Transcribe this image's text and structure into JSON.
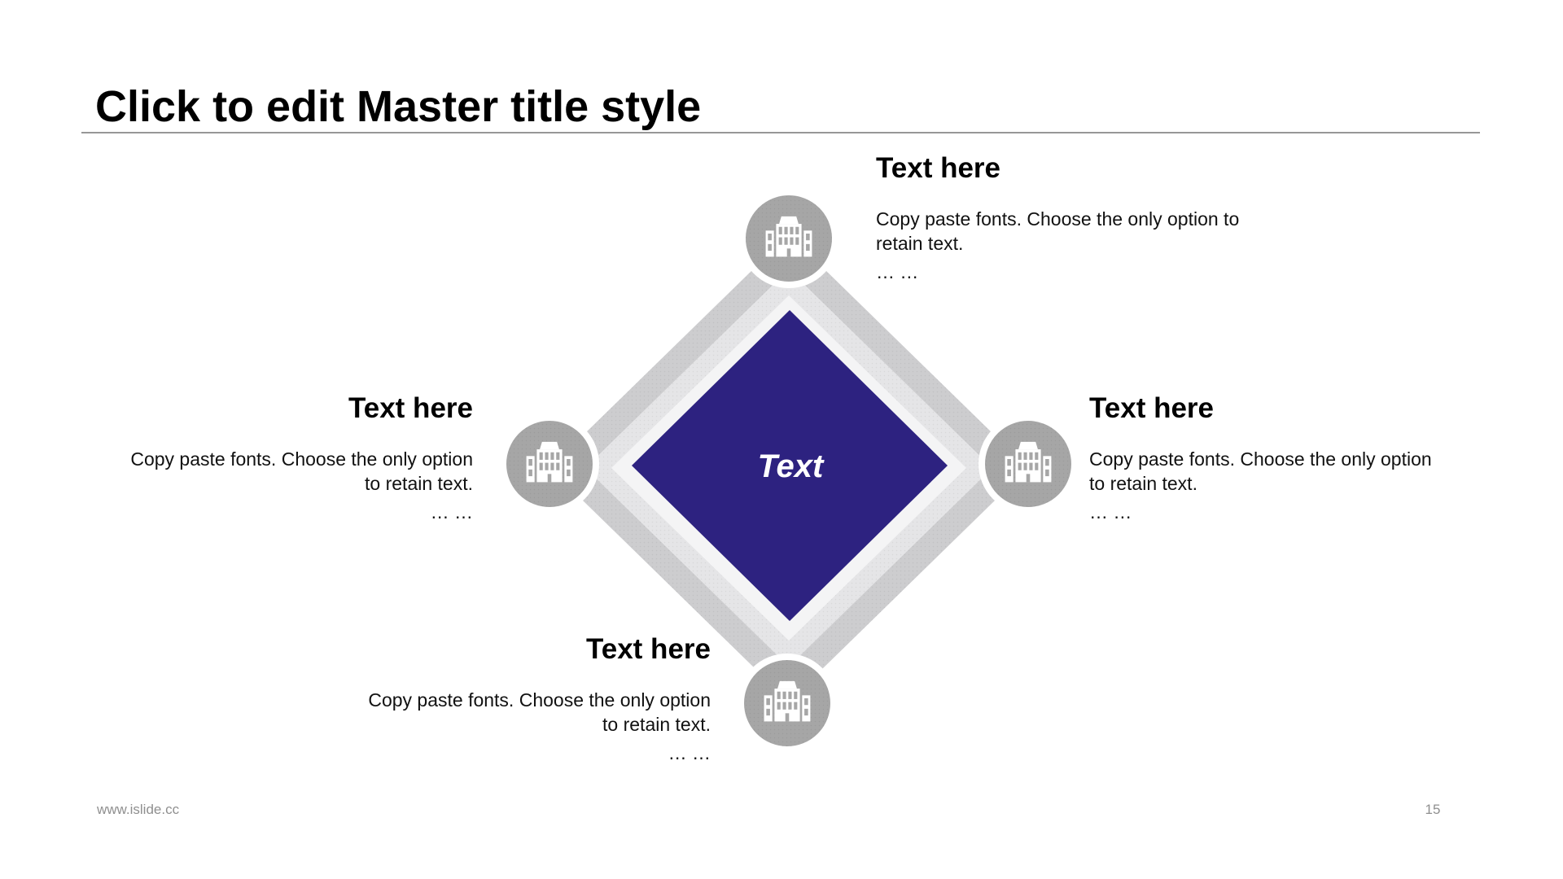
{
  "slide": {
    "title": "Click to edit Master title style"
  },
  "diagram": {
    "center_label": "Text",
    "icon": "building-icon",
    "items": [
      {
        "position": "top",
        "heading": "Text here",
        "body": "Copy paste fonts. Choose the only option to retain text.",
        "dots": "… …"
      },
      {
        "position": "left",
        "heading": "Text here",
        "body": "Copy paste fonts. Choose the only option to retain text.",
        "dots": "… …"
      },
      {
        "position": "right",
        "heading": "Text here",
        "body": "Copy paste fonts. Choose the only option to retain text.",
        "dots": "… …"
      },
      {
        "position": "bottom",
        "heading": "Text here",
        "body": "Copy paste fonts. Choose the only option to retain text.",
        "dots": "… …"
      }
    ]
  },
  "footer": {
    "website": "www.islide.cc",
    "page_number": "15"
  },
  "colors": {
    "accent": "#2D2280",
    "circle": "#A6A6A6",
    "band_outer": "#CDCDCF",
    "band_middle": "#E5E5E7",
    "band_inner": "#F4F4F5",
    "title_rule": "#979797",
    "footer_text": "#8F8F8F"
  }
}
